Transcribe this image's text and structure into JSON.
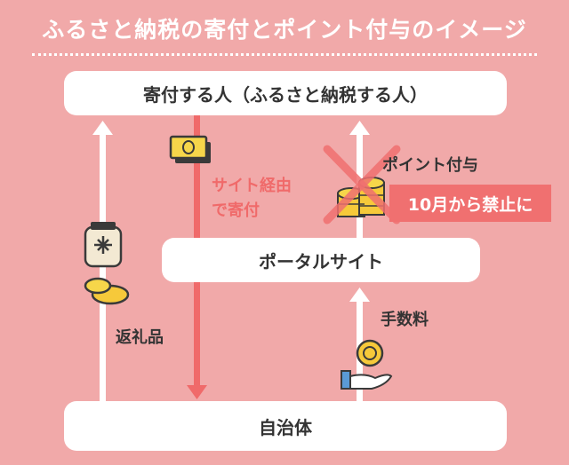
{
  "title": "ふるさと納税の寄付とポイント付与のイメージ",
  "nodes": {
    "donor": "寄付する人（ふるさと納税する人）",
    "portal": "ポータルサイト",
    "municipality": "自治体"
  },
  "edges": {
    "donation_route": [
      "サイト経由",
      "で寄付"
    ],
    "points": "ポイント付与",
    "points_ban": "10月から禁止に",
    "fee": "手数料",
    "return_gift": "返礼品"
  },
  "colors": {
    "background": "#f1a9a9",
    "accent": "#f06a6a",
    "box": "#ffffff"
  },
  "icons": [
    "cash-icon",
    "rice-bag-icon",
    "gold-bars-icon",
    "coin-stack-icon",
    "cross-mark-icon",
    "coin-hand-icon"
  ]
}
